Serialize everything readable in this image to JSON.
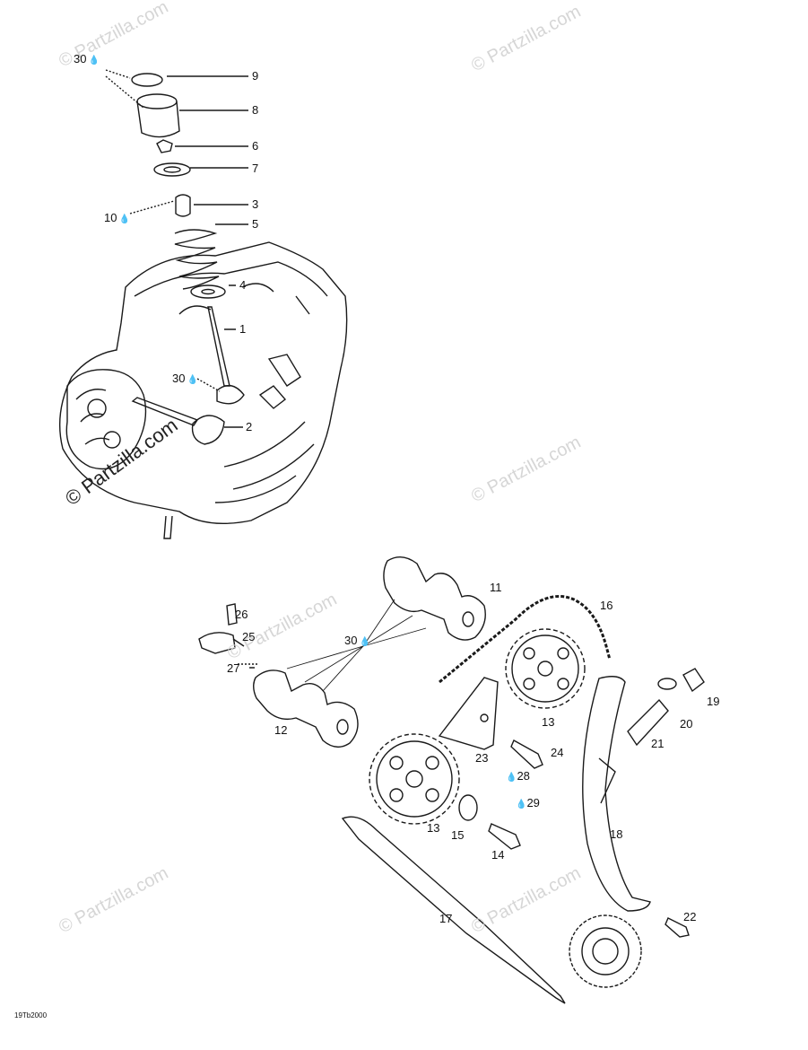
{
  "watermarks": [
    "© Partzilla.com",
    "© Partzilla.com",
    "© Partzilla.com",
    "© Partzilla.com",
    "© Partzilla.com",
    "© Partzilla.com",
    "© Partzilla.com"
  ],
  "figure_code": "19Tb2000",
  "lube_icon": "oil-drop-icon",
  "callouts": {
    "c30a": "30",
    "c9": "9",
    "c8": "8",
    "c6": "6",
    "c7": "7",
    "c10": "10",
    "c3": "3",
    "c5": "5",
    "c4": "4",
    "c1": "1",
    "c30b": "30",
    "c2": "2",
    "c11": "11",
    "c16": "16",
    "c26": "26",
    "c25": "25",
    "c30c": "30",
    "c27": "27",
    "c12": "12",
    "c13a": "13",
    "c19": "19",
    "c20": "20",
    "c21": "21",
    "c23": "23",
    "c24": "24",
    "c28": "28",
    "c29": "29",
    "c13b": "13",
    "c15": "15",
    "c14": "14",
    "c18": "18",
    "c17": "17",
    "c22": "22"
  }
}
